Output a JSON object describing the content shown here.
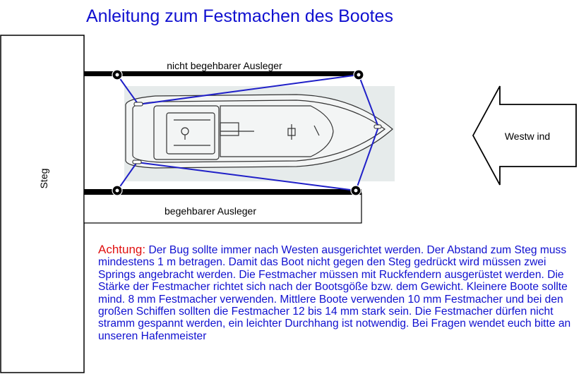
{
  "title": "Anleitung zum Festmachen des Bootes",
  "labels": {
    "steg": "Steg",
    "upper_boom": "nicht begehbarer Ausleger",
    "lower_boom": "begehbarer Ausleger",
    "wind": "Westw ind"
  },
  "note": {
    "alert": "Achtung:",
    "text": "Der Bug sollte immer nach Westen ausgerichtet werden. Der Abstand zum Steg muss mindestens 1 m betragen. Damit das Boot nicht gegen den Steg gedrückt wird müssen zwei Springs angebracht werden. Die Festmacher müssen mit Ruckfendern ausgerüstet werden. Die Stärke der Festmacher richtet sich nach der Bootsgöße bzw. dem Gewicht. Kleinere Boote sollte mind. 8 mm Festmacher verwenden. Mittlere Boote verwenden 10 mm Festmacher und bei den großen Schiffen sollten die Festmacher 12 bis 14 mm stark sein. Die Festmacher dürfen nicht stramm gespannt werden, ein leichter Durchhang ist notwendig. Bei Fragen wendet euch bitte an unseren Hafenmeister"
  },
  "colors": {
    "title": "#1010d0",
    "lines": "#2020c8",
    "alert": "#e01010",
    "boom": "#000000",
    "boat_bg": "#e6ebeb"
  },
  "icons": {
    "wind_arrow": "left-arrow-icon",
    "cleat": "bollard-icon"
  }
}
